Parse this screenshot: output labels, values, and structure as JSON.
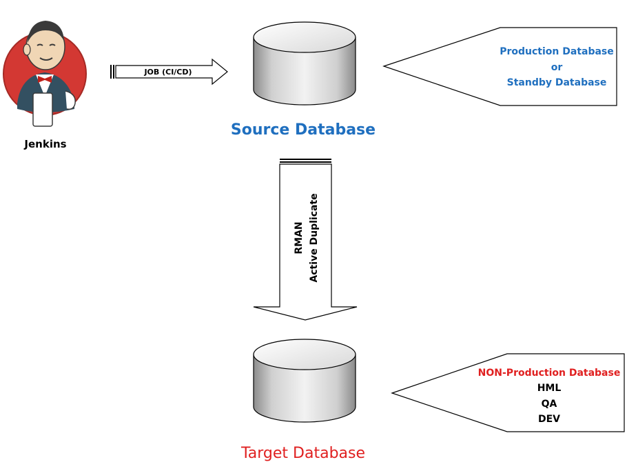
{
  "jenkins": {
    "label": "Jenkins",
    "icon": "jenkins-butler-logo"
  },
  "job_arrow": {
    "label": "JOB (CI/CD)"
  },
  "source_database": {
    "label": "Source Database",
    "color": "#1F6FBF"
  },
  "source_callout": {
    "lines": [
      "Production Database",
      "or",
      "Standby Database"
    ],
    "color": "#1F6FBF"
  },
  "rman_arrow": {
    "lines": [
      "RMAN",
      "Active Duplicate"
    ]
  },
  "target_database": {
    "label": "Target Database",
    "color": "#E02020"
  },
  "target_callout": {
    "title": "NON-Production Database",
    "title_color": "#E02020",
    "items": [
      "HML",
      "QA",
      "DEV"
    ]
  }
}
